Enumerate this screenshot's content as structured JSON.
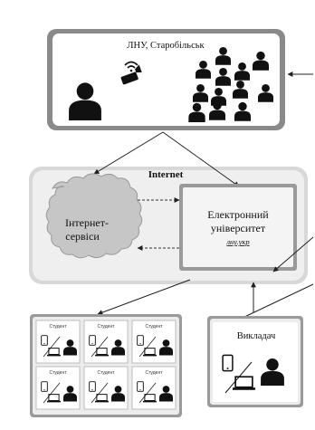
{
  "top_box": {
    "title": "ЛНУ, Старобільськ"
  },
  "internet": {
    "title": "Internet"
  },
  "cloud": {
    "label_line1": "Інтернет-",
    "label_line2": "сервіси"
  },
  "university": {
    "line1": "Електронний",
    "line2": "університет",
    "link": "лну.укр"
  },
  "students": {
    "tile_label": "Студент",
    "count": 6
  },
  "teacher": {
    "label": "Викладач"
  },
  "colors": {
    "frame": "#7a7a7a",
    "panel": "#efefef",
    "cloud": "#c8c8c8",
    "dark": "#111111"
  }
}
